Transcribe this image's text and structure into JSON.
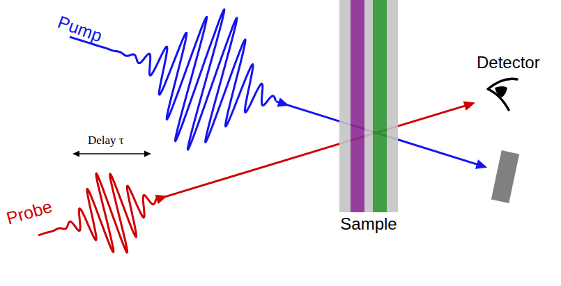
{
  "diagram": {
    "nodes": [
      {
        "text": [
          "Sample"
        ]
      },
      {
        "text": [
          "Detector"
        ]
      }
    ],
    "edges": [
      {
        "from": 0,
        "to": 1,
        "arrow": "to"
      }
    ],
    "labels": [
      "Pump",
      "Probe",
      "Delay τ"
    ]
  }
}
